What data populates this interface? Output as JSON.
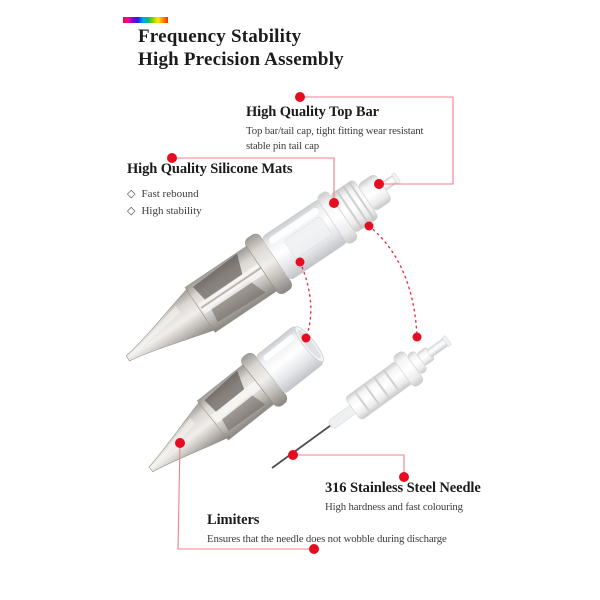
{
  "header": {
    "title_line1": "Frequency Stability",
    "title_line2": "High Precision Assembly"
  },
  "callouts": {
    "top_bar": {
      "heading": "High Quality Top Bar",
      "body_line1": "Top bar/tail cap, tight fitting wear resistant",
      "body_line2": "stable pin tail cap"
    },
    "silicone_mats": {
      "heading": "High Quality Silicone Mats",
      "bullets": [
        {
          "icon": "◇",
          "label": "Fast rebound"
        },
        {
          "icon": "◇",
          "label": "High stability"
        }
      ]
    },
    "steel_needle": {
      "heading": "316 Stainless Steel Needle",
      "body": "High hardness and fast colouring"
    },
    "limiters": {
      "heading": "Limiters",
      "body": "Ensures that the needle does not wobble during discharge"
    }
  },
  "illustration": {
    "assembled_cartridge_alt": "assembled tattoo needle cartridge",
    "open_cartridge_alt": "cartridge body without top bar",
    "needle_bar_alt": "316 stainless steel needle with plunger bar"
  },
  "colors": {
    "dot_red": "#e70d20",
    "line_red": "#ef8289",
    "title_black": "#1b1b1b",
    "body_gray": "#3d3d3d"
  },
  "decor": {
    "rainbow_bar_colors": [
      "#e8112d",
      "#ff00a0",
      "#8800d4",
      "#2222e0",
      "#00a3ff",
      "#00c26e",
      "#8fd400",
      "#ffe800",
      "#ff8a00",
      "#ff2d00"
    ]
  }
}
